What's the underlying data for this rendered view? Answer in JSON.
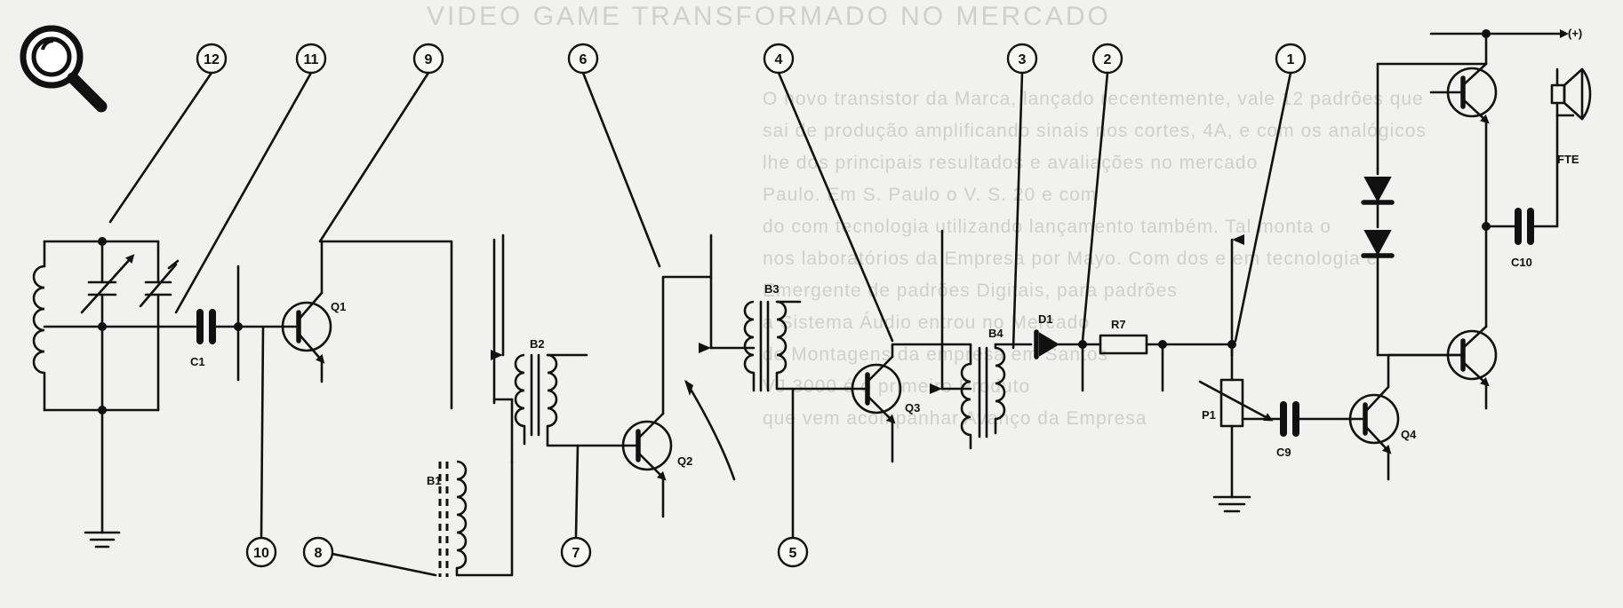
{
  "background_heading": "VIDEO GAME TRANSFORMADO NO MERCADO",
  "background_lines": [
    "O novo transistor da Marca, lançado recentemente, vale 12 padrões que",
    "sai de produção amplificando sinais nos cortes, 4A, e com os analógicos",
    "lhe dos principais resultados e avaliações no mercado",
    "Paulo. Em S. Paulo o V. S. 20 e com",
    "do com tecnologia utilizando lançamento também. Tal monta  o",
    "nos laboratórios da Empresa por Mayo. Com dos e em tecnologia e",
    "Emergente de padrões Digitais, para padrões",
    "a Sistema Áudio entrou no Mercado",
    "de Montagens da empresa em Santos",
    "VJ 3000 é o primeiro Produto",
    "que vem acompanhar Avanço da Empresa"
  ],
  "callouts": [
    "12",
    "11",
    "9",
    "6",
    "4",
    "3",
    "2",
    "1",
    "10",
    "8",
    "7",
    "5"
  ],
  "components": {
    "C1": "C1",
    "Q1": "Q1",
    "B1": "B1",
    "B2": "B2",
    "Q2": "Q2",
    "B3": "B3",
    "Q3": "Q3",
    "B4": "B4",
    "D1": "D1",
    "R7": "R7",
    "P1": "P1",
    "C9": "C9",
    "Q4": "Q4",
    "C10": "C10",
    "FTE": "FTE"
  },
  "supply_label": "(+)",
  "icons": {
    "search": "magnifier-icon"
  }
}
